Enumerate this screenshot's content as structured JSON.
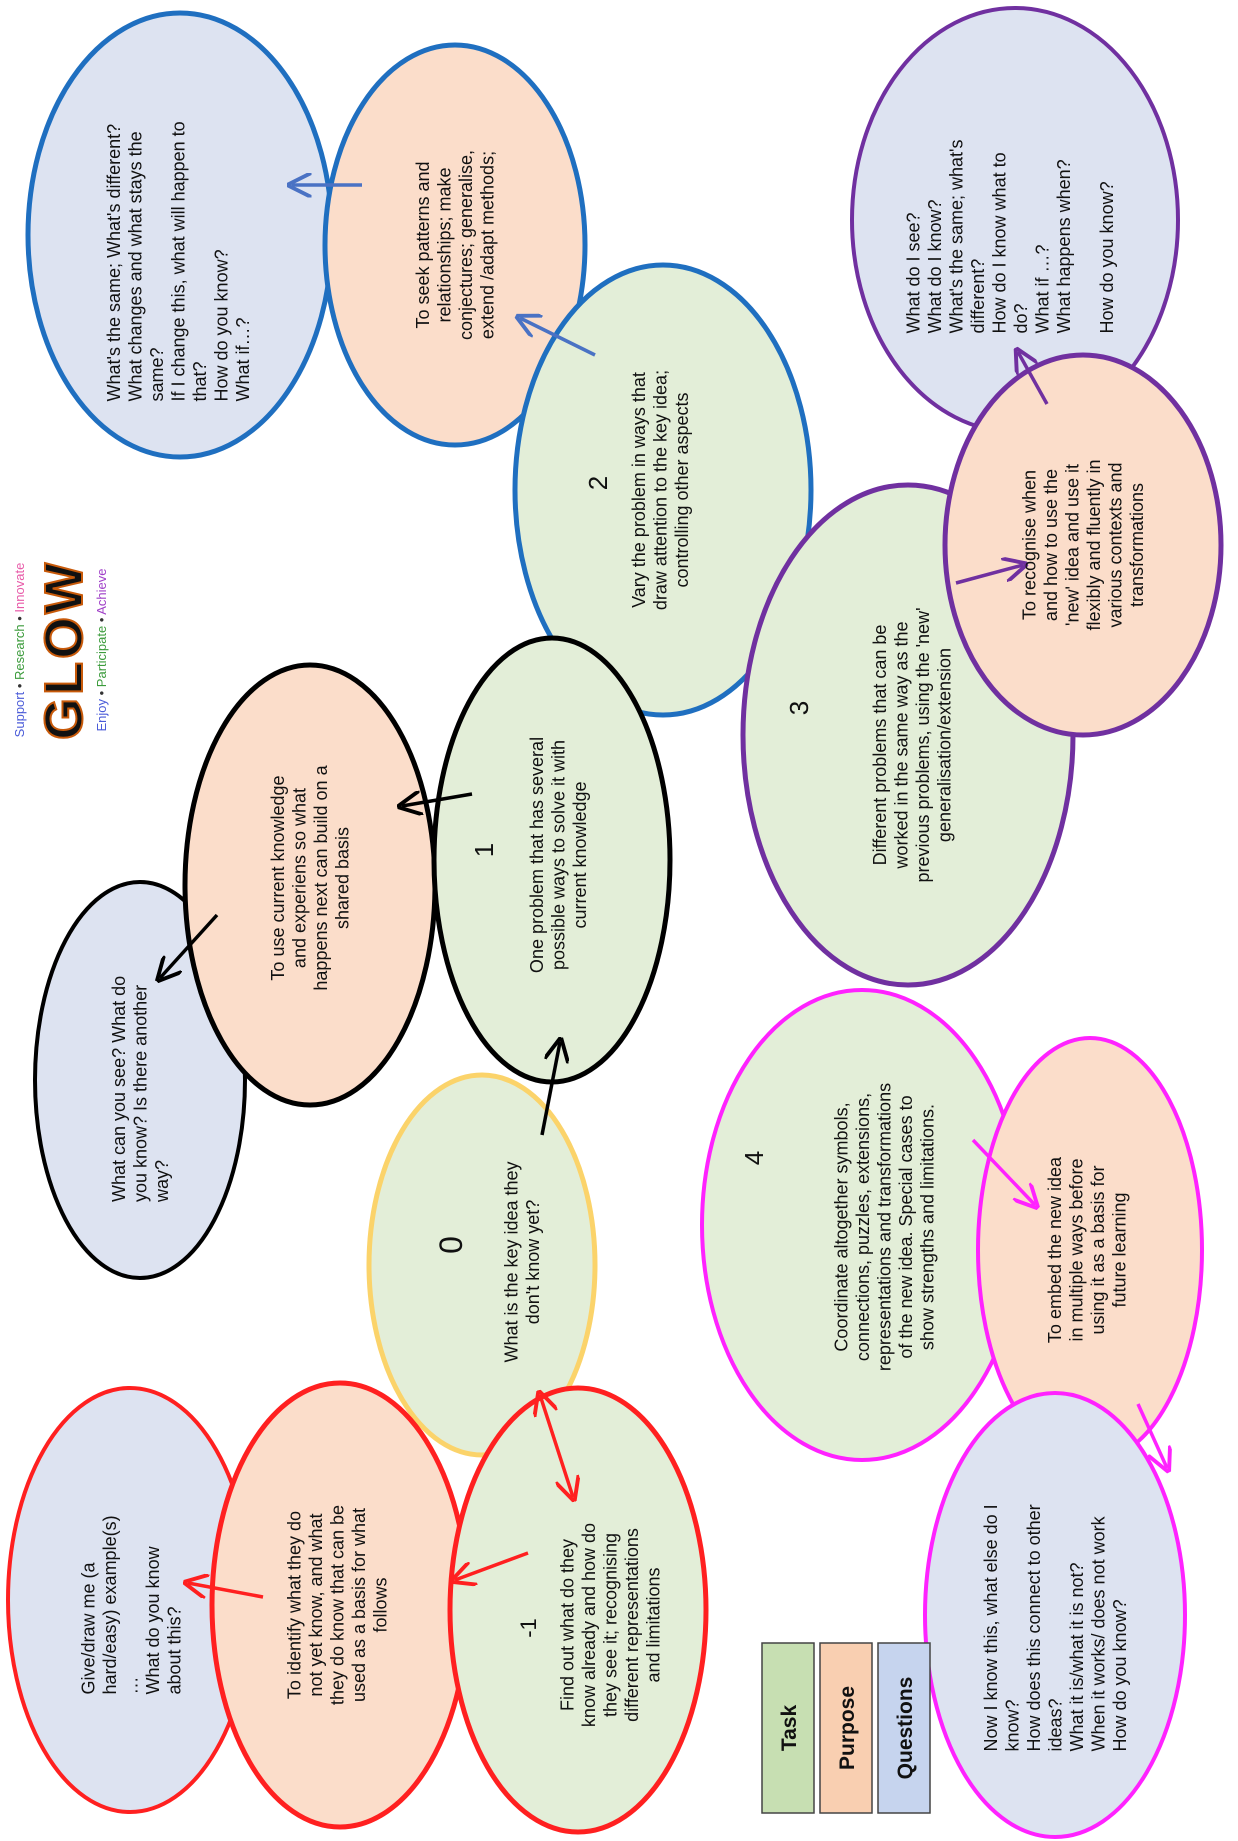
{
  "logo": {
    "tagline_top": [
      "Support",
      "Research",
      "Innovate"
    ],
    "word": "GLOW",
    "tagline_bottom": [
      "Enjoy",
      "Participate",
      "Achieve"
    ]
  },
  "legend": {
    "task": "Task",
    "purpose": "Purpose",
    "questions": "Questions"
  },
  "colors": {
    "task_fill": "#e3eed8",
    "purpose_fill": "#fbddca",
    "questions_fill": "#dde3f1",
    "stage_minus1": "#ff2020",
    "stage_0": "#fbd36a",
    "stage_1": "#000000",
    "stage_2": "#1f6fc0",
    "stage_3": "#7030a0",
    "stage_4": "#ff22ff",
    "arrow_blue": "#4a72c4",
    "arrow_purple": "#7030a0"
  },
  "stages": [
    {
      "id": "minus1",
      "number": "-1",
      "task": [
        "Find out what do they",
        "know already and how do",
        "they see it; recognising",
        "different representations",
        "and limitations"
      ],
      "purpose": [
        "To identify what they do",
        "not yet know, and what",
        "they do know that can be",
        "used as a basis for what",
        "follows"
      ],
      "questions": [
        "Give/draw me (a",
        "hard/easy) example(s)",
        "…",
        "What do you know",
        "about this?"
      ]
    },
    {
      "id": "zero",
      "number": "0",
      "task": [
        "What is the key idea they",
        "don't know yet?"
      ]
    },
    {
      "id": "one",
      "number": "1",
      "task": [
        "One problem that has several",
        "possible ways to solve it with",
        "current knowledge"
      ],
      "purpose": [
        "To use current knowledge",
        "and experiens so what",
        "happens next can build on a",
        "shared basis"
      ],
      "questions": [
        "What can you see? What do",
        "you know? Is there another",
        "way?"
      ]
    },
    {
      "id": "two",
      "number": "2",
      "task": [
        "Vary the problem in ways that",
        "draw attention to the key idea;",
        "controlling other aspects"
      ],
      "purpose": [
        "To seek patterns and",
        "relationships; make",
        "conjectures; generalise,",
        "extend /adapt methods;"
      ],
      "questions": [
        "What's the same; What's different?",
        "What changes and what stays the",
        "same?",
        "If I change this, what will happen to",
        "that?",
        "How do you know?",
        "What if…?"
      ]
    },
    {
      "id": "three",
      "number": "3",
      "task": [
        "Different problems that can be",
        "worked in the same way as the",
        "previous problems, using the 'new'",
        "generalisation/extension"
      ],
      "purpose": [
        "To recognise when",
        "and how to use the",
        "'new' idea and use it",
        "flexibly and fluently in",
        "various contexts and",
        "transformations"
      ],
      "questions": [
        "What do I see?",
        "What do I know?",
        "What's the same; what's",
        "different?",
        "How do I know what to",
        "do?",
        "What if …?",
        "What happens when?",
        "",
        "How do you know?"
      ]
    },
    {
      "id": "four",
      "number": "4",
      "task": [
        "Coordinate altogether symbols,",
        "connections, puzzles, extensions,",
        "representations and transformations",
        "of the new idea. Special cases to",
        "show strengths and limitations."
      ],
      "purpose": [
        "To embed the new idea",
        "in multiple ways before",
        "using it as a basis for",
        "future learning"
      ],
      "questions": [
        "Now I know this, what else do I",
        "know?",
        "How does this connect to other",
        "ideas?",
        "What it is/what it is not?",
        "When it works/ does not work",
        "How do you know?"
      ]
    }
  ]
}
